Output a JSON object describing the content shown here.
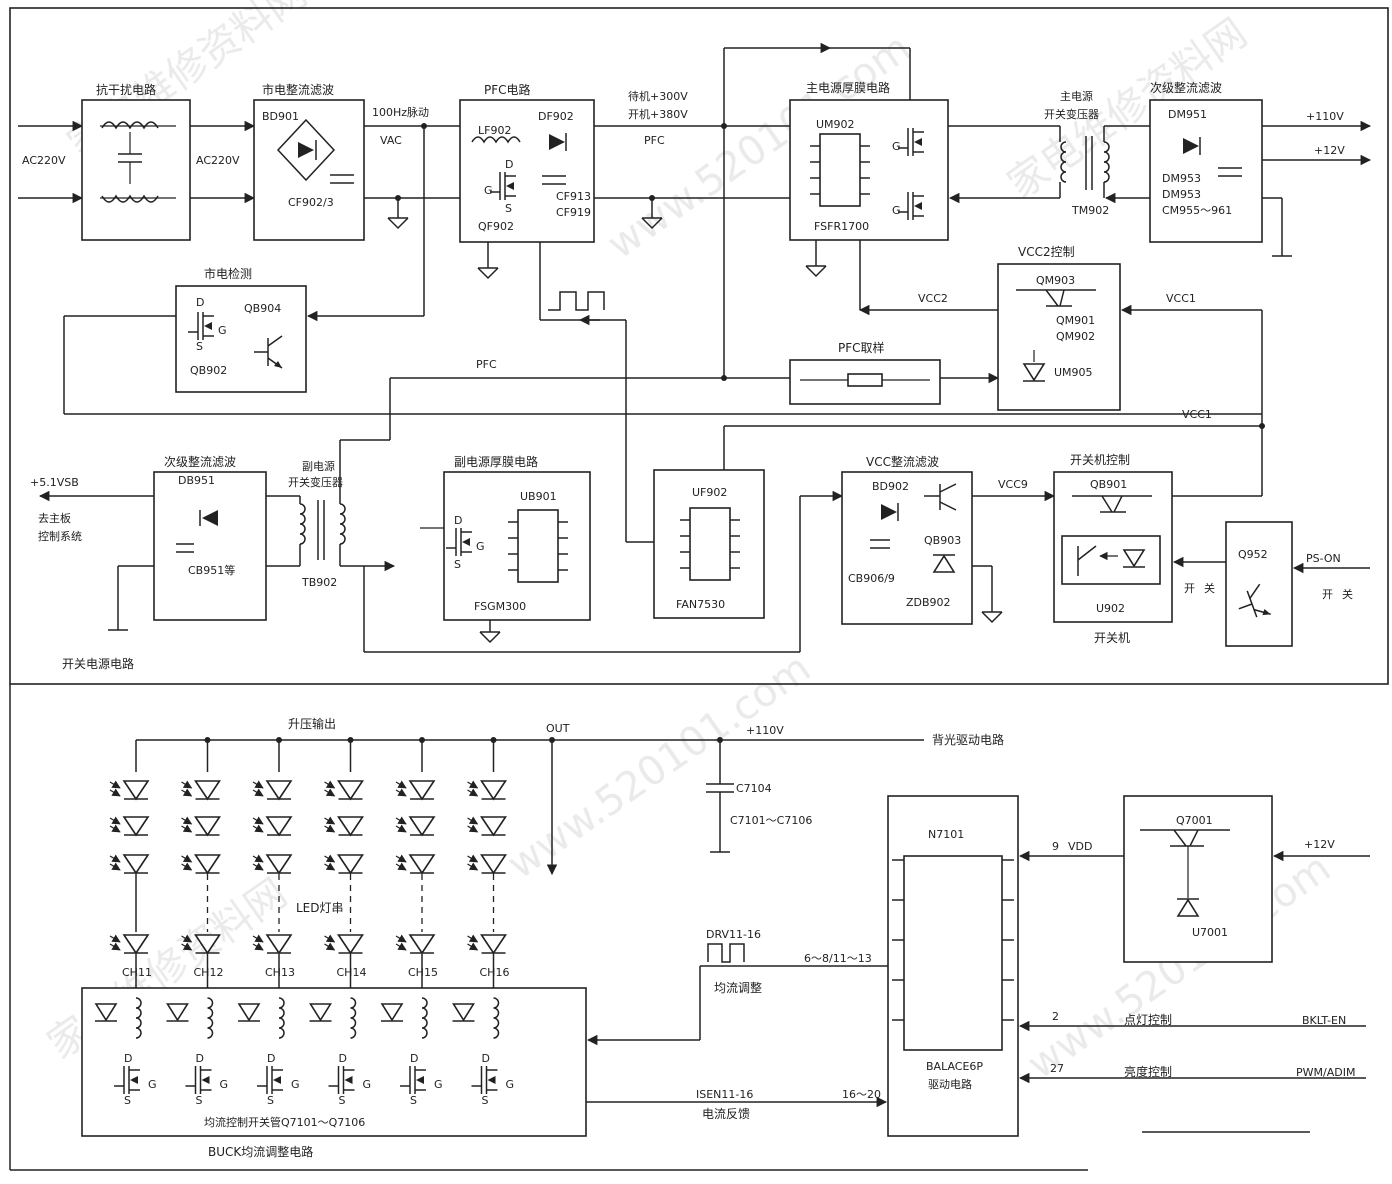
{
  "top_section": {
    "caption": "开关电源电路",
    "ac_in": "AC220V",
    "emi": {
      "title": "抗干扰电路",
      "ac_out": "AC220V"
    },
    "rect": {
      "title": "市电整流滤波",
      "bridge": "BD901",
      "cap": "CF902/3",
      "out1": "100Hz脉动",
      "out2": "VAC"
    },
    "pfc": {
      "title": "PFC电路",
      "inductor": "LF902",
      "diode": "DF902",
      "mosfet": "QF902",
      "cap1": "CF913",
      "cap2": "CF919",
      "out1": "待机+300V",
      "out2": "开机+380V",
      "out3": "PFC"
    },
    "main_pwm": {
      "title": "主电源厚膜电路",
      "ic": "UM902",
      "part": "FSFR1700"
    },
    "main_xfmr": {
      "title1": "主电源",
      "title2": "开关变压器",
      "ref": "TM902"
    },
    "sec_rect": {
      "title": "次级整流滤波",
      "d1": "DM951",
      "c1": "DM953",
      "c2": "DM953",
      "c3": "CM955～961",
      "out1": "+110V",
      "out2": "+12V"
    },
    "mains_detect": {
      "title": "市电检测",
      "q1": "QB904",
      "q2": "QB902"
    },
    "vcc2": {
      "title": "VCC2控制",
      "q1": "QM903",
      "q2": "QM901",
      "q3": "QM902",
      "d1": "UM905",
      "in_label": "VCC1",
      "out_label": "VCC2"
    },
    "pfc_sample": {
      "title": "PFC取样",
      "pfc_label": "PFC"
    },
    "aux_sec": {
      "title": "次级整流滤波",
      "d1": "DB951",
      "c1": "CB951等",
      "out": "+5.1VSB",
      "dest1": "去主板",
      "dest2": "控制系统"
    },
    "aux_xfmr": {
      "title1": "副电源",
      "title2": "开关变压器",
      "ref": "TB902"
    },
    "aux_pwm": {
      "title": "副电源厚膜电路",
      "ic": "UB901",
      "part": "FSGM300"
    },
    "pfc_ic": {
      "ic": "UF902",
      "part": "FAN7530"
    },
    "vcc_rect": {
      "title": "VCC整流滤波",
      "d1": "BD902",
      "q1": "QB903",
      "c1": "CB906/9",
      "z1": "ZDB902",
      "out": "VCC9",
      "vcc1": "VCC1"
    },
    "power_ctrl": {
      "title": "开关机控制",
      "q1": "QB901",
      "opto": "U902",
      "caption": "开关机"
    },
    "q952": {
      "ref": "Q952",
      "ps_on": "PS-ON",
      "open1": "开",
      "close1": "关",
      "open2": "开",
      "close2": "关"
    }
  },
  "bottom_section": {
    "caption": "BUCK均流调整电路",
    "boost_out": "升压输出",
    "out_label": "OUT",
    "v110": "+110V",
    "cap1": "C7104",
    "cap2": "C7101～C7106",
    "led_string": "LED灯串",
    "channels": [
      "CH11",
      "CH12",
      "CH13",
      "CH14",
      "CH15",
      "CH16"
    ],
    "buck_box": "均流控制开关管Q7101～Q7106",
    "drv_label": "DRV11-16",
    "drv_pins": "6～8/11～13",
    "drv_desc": "均流调整",
    "isen_label": "ISEN11-16",
    "isen_pins": "16～20",
    "isen_desc": "电流反馈",
    "driver": {
      "title": "背光驱动电路",
      "ic": "N7101",
      "part": "BALACE6P",
      "desc": "驱动电路",
      "vdd_pin": "9",
      "vdd": "VDD",
      "pin2": "2",
      "pin27": "27"
    },
    "bklt": {
      "desc": "点灯控制",
      "signal": "BKLT-EN"
    },
    "pwm": {
      "desc": "亮度控制",
      "signal": "PWM/ADIM"
    },
    "reg": {
      "q": "Q7001",
      "d": "U7001",
      "in": "+12V"
    }
  },
  "watermark": [
    "家电维修资料网",
    "www.520101.com"
  ]
}
